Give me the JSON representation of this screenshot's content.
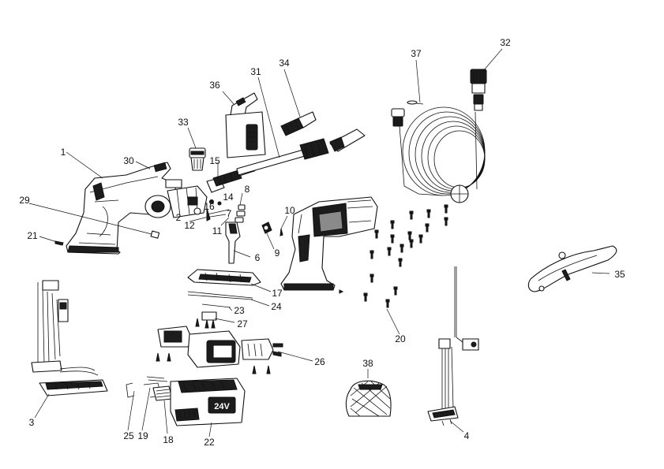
{
  "figure": {
    "callouts": [
      {
        "id": "1",
        "text": "1"
      },
      {
        "id": "2",
        "text": "2"
      },
      {
        "id": "3",
        "text": "3"
      },
      {
        "id": "4",
        "text": "4"
      },
      {
        "id": "6",
        "text": "6"
      },
      {
        "id": "7",
        "text": "7"
      },
      {
        "id": "8",
        "text": "8"
      },
      {
        "id": "9",
        "text": "9"
      },
      {
        "id": "10",
        "text": "10"
      },
      {
        "id": "11",
        "text": "11"
      },
      {
        "id": "12",
        "text": "12"
      },
      {
        "id": "14",
        "text": "14"
      },
      {
        "id": "15",
        "text": "15"
      },
      {
        "id": "16",
        "text": "16"
      },
      {
        "id": "17",
        "text": "17"
      },
      {
        "id": "18",
        "text": "18"
      },
      {
        "id": "19",
        "text": "19"
      },
      {
        "id": "20",
        "text": "20"
      },
      {
        "id": "21",
        "text": "21"
      },
      {
        "id": "22",
        "text": "22"
      },
      {
        "id": "23",
        "text": "23"
      },
      {
        "id": "24",
        "text": "24"
      },
      {
        "id": "25",
        "text": "25"
      },
      {
        "id": "26",
        "text": "26"
      },
      {
        "id": "27",
        "text": "27"
      },
      {
        "id": "29",
        "text": "29"
      },
      {
        "id": "30",
        "text": "30"
      },
      {
        "id": "31",
        "text": "31"
      },
      {
        "id": "32",
        "text": "32"
      },
      {
        "id": "33",
        "text": "33"
      },
      {
        "id": "34",
        "text": "34"
      },
      {
        "id": "35",
        "text": "35"
      },
      {
        "id": "36",
        "text": "36"
      },
      {
        "id": "37",
        "text": "37"
      },
      {
        "id": "38",
        "text": "38"
      }
    ],
    "battery_marking": "24V"
  }
}
